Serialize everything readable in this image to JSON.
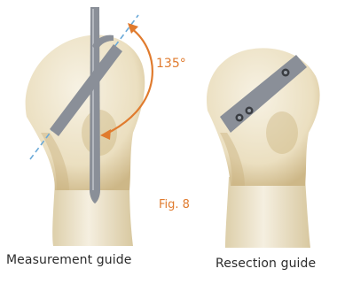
{
  "figure": {
    "angle_label": "135°",
    "fig_label": "Fig. 8",
    "captions": {
      "left": "Measurement guide",
      "right": "Resection guide"
    },
    "colors": {
      "accent": "#e07b2e",
      "instrument": "#8a8f98",
      "bone": "#efe7d2",
      "bone_shade": "#c9b27e",
      "axis_line": "#6aa9d8",
      "text": "#2b2b2b"
    }
  }
}
